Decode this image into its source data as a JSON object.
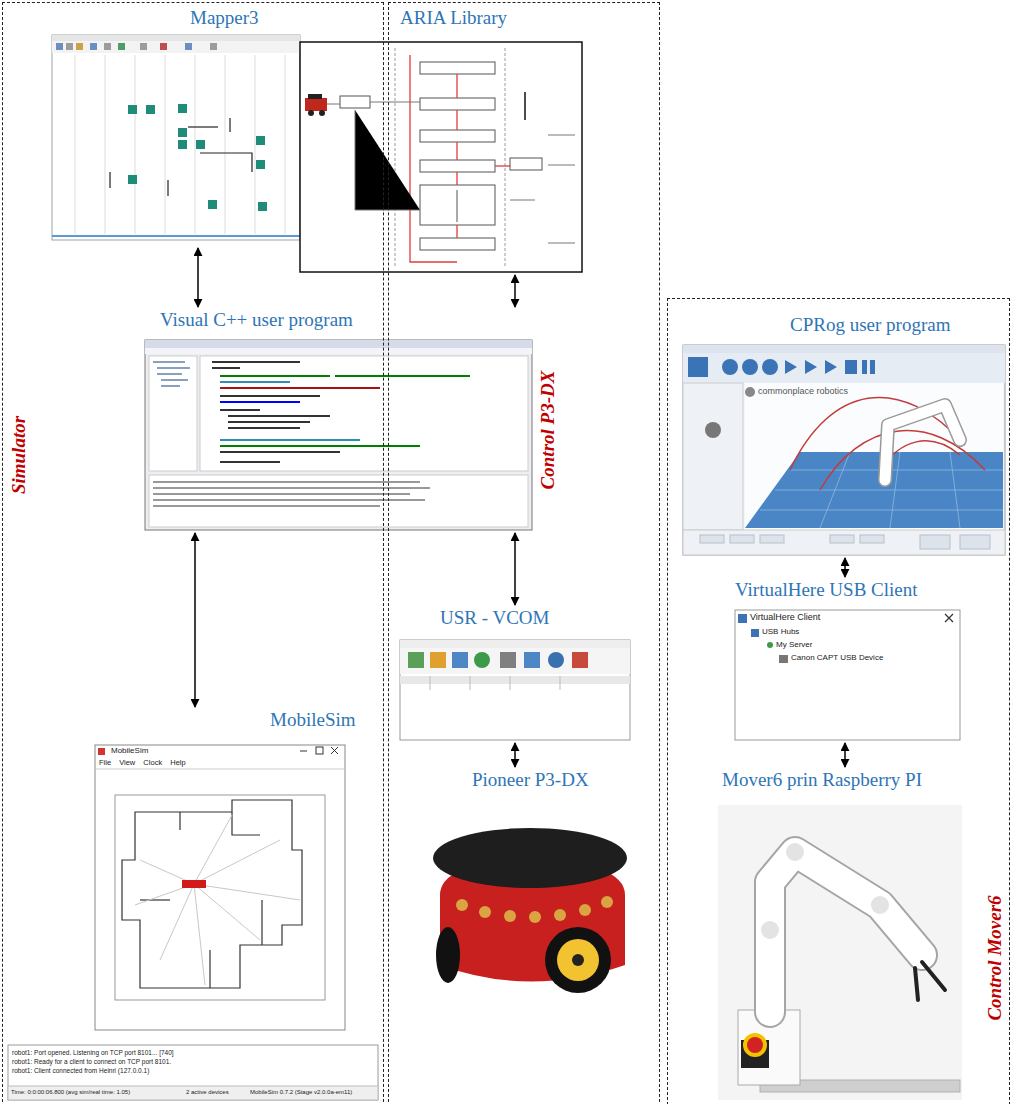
{
  "diagram": {
    "nodes": [
      {
        "text": [
          "Simulator"
        ]
      },
      {
        "text": [
          "Mapper3"
        ],
        "in": 0
      },
      {
        "text": [
          "ARIA Library"
        ]
      },
      {
        "text": [
          "Visual C++ user program"
        ]
      },
      {
        "text": [
          "MobileSim"
        ],
        "in": 0
      },
      {
        "text": [
          "Control P3-DX"
        ]
      },
      {
        "text": [
          "USR - VCOM"
        ],
        "in": 5
      },
      {
        "text": [
          "Pioneer P3-DX"
        ],
        "in": 5
      },
      {
        "text": [
          "Control Mover6"
        ]
      },
      {
        "text": [
          "CPRog user program"
        ],
        "in": 8
      },
      {
        "text": [
          "VirtualHere USB Client"
        ],
        "in": 8
      },
      {
        "text": [
          "Mover6 prin Raspberry PI"
        ],
        "in": 8
      }
    ],
    "edges": [
      {
        "from": 1,
        "to": 3,
        "arrow": "both"
      },
      {
        "from": 2,
        "to": 3,
        "arrow": "both"
      },
      {
        "from": 3,
        "to": 4,
        "arrow": "both"
      },
      {
        "from": 3,
        "to": 6,
        "arrow": "both"
      },
      {
        "from": 6,
        "to": 7,
        "arrow": "both"
      },
      {
        "from": 9,
        "to": 10,
        "arrow": "both"
      },
      {
        "from": 10,
        "to": 11,
        "arrow": "both"
      }
    ],
    "labels": [
      "MobileSim",
      "File View Clock Help",
      "robot1: Port opened. Listening on TCP port 8101... [740]",
      "robot1: Ready for a client to connect on TCP port 8101.",
      "robot1: Client connected from Heinri (127.0.0.1)",
      "Time: 0:0:00:06.800 (avg sim/real time: 1.05)",
      "2 active devices",
      "MobileSim 0.7.2 (Stage v2.0.0a-em11)",
      "VirtualHere Client",
      "USB Hubs",
      "My Server",
      "Canon CAPT USB Device",
      "commonplace robotics"
    ]
  }
}
